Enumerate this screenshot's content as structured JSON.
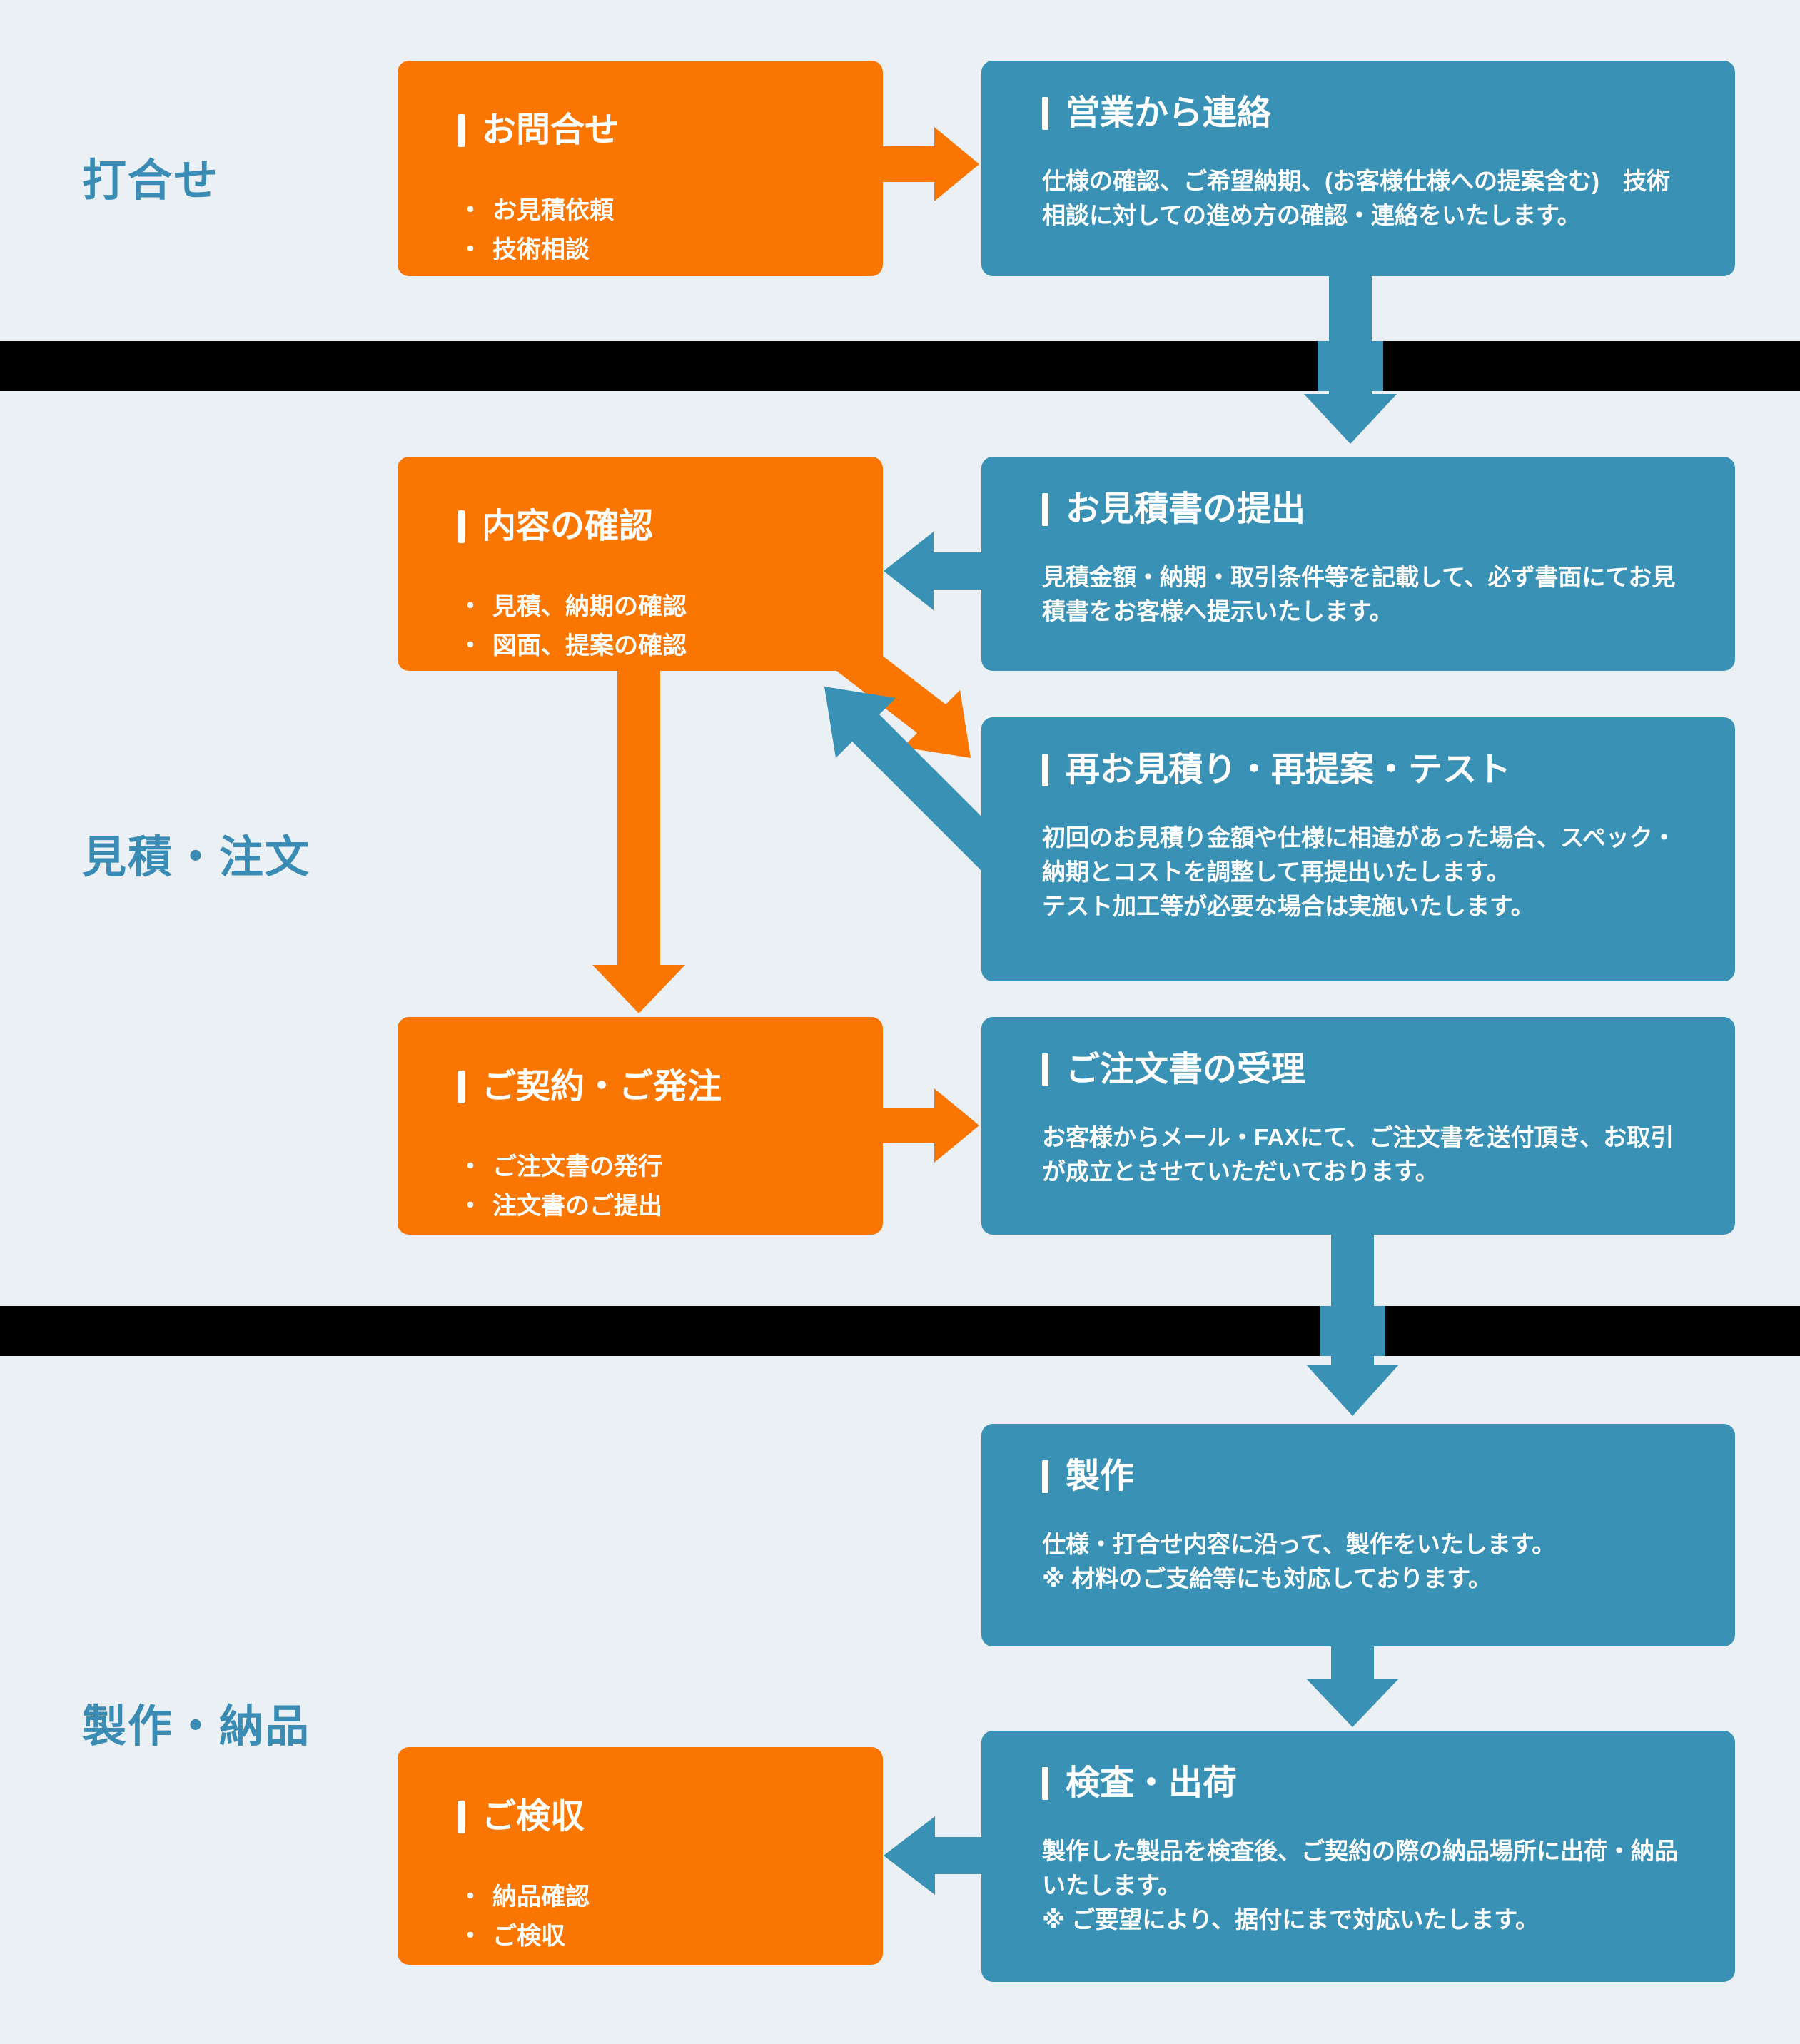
{
  "colors": {
    "bg": "#EBF0F5",
    "orange": "#FA7601",
    "blue": "#3991B5",
    "label": "#3B8CB4",
    "bar": "#000000",
    "text": "#FFFFFF"
  },
  "sections": [
    {
      "label": "打合せ"
    },
    {
      "label": "見積・注文"
    },
    {
      "label": "製作・納品"
    }
  ],
  "boxes": {
    "inquiry": {
      "title": "お問合せ",
      "bullets": [
        "お見積依頼",
        "技術相談"
      ]
    },
    "sales_contact": {
      "title": "営業から連絡",
      "body": [
        "仕様の確認、ご希望納期、(お客様仕様への提案含む)　技術相談に対しての進め方の確認・連絡をいたします。"
      ]
    },
    "content_check": {
      "title": "内容の確認",
      "bullets": [
        "見積、納期の確認",
        "図面、提案の確認"
      ]
    },
    "quotation": {
      "title": "お見積書の提出",
      "body": [
        "見積金額・納期・取引条件等を記載して、必ず書面にてお見積書をお客様へ提示いたします。"
      ]
    },
    "requote": {
      "title": "再お見積り・再提案・テスト",
      "body": [
        "初回のお見積り金額や仕様に相違があった場合、スペック・納期とコストを調整して再提出いたします。",
        "テスト加工等が必要な場合は実施いたします。"
      ]
    },
    "contract": {
      "title": "ご契約・ご発注",
      "bullets": [
        "ご注文書の発行",
        "注文書のご提出"
      ]
    },
    "order_receipt": {
      "title": "ご注文書の受理",
      "body": [
        "お客様からメール・FAXにて、ご注文書を送付頂き、お取引が成立とさせていただいております。"
      ]
    },
    "production": {
      "title": "製作",
      "body": [
        "仕様・打合せ内容に沿って、製作をいたします。",
        "※ 材料のご支給等にも対応しております。"
      ]
    },
    "inspection": {
      "title": "検査・出荷",
      "body": [
        "製作した製品を検査後、ご契約の際の納品場所に出荷・納品いたします。",
        "※ ご要望により、据付にまで対応いたします。"
      ]
    },
    "acceptance": {
      "title": "ご検収",
      "bullets": [
        "納品確認",
        "ご検収"
      ]
    }
  }
}
